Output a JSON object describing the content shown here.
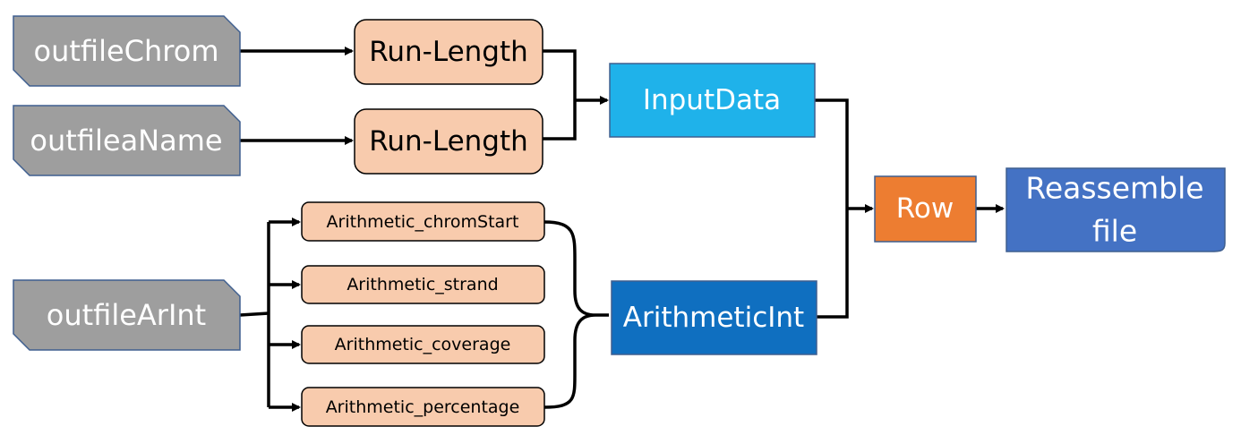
{
  "nodes": {
    "outfileChrom": "outfileChrom",
    "outfileaName": "outfileaName",
    "outfileArInt": "outfileArInt",
    "runLength1": "Run-Length",
    "runLength2": "Run-Length",
    "arithChromStart": "Arithmetic_chromStart",
    "arithStrand": "Arithmetic_strand",
    "arithCoverage": "Arithmetic_coverage",
    "arithPercentage": "Arithmetic_percentage",
    "inputData": "InputData",
    "arithmeticInt": "ArithmeticInt",
    "row": "Row",
    "reassembleLine1": "Reassemble",
    "reassembleLine2": "file"
  },
  "colors": {
    "source_fill": "#9e9e9e",
    "source_stroke": "#3f5f8f",
    "process_fill": "#f8cbad",
    "process_stroke": "#000000",
    "inputdata_fill": "#1fb2ea",
    "arithmeticint_fill": "#0f6fc0",
    "row_fill": "#ed7d31",
    "reassemble_fill": "#4472c4",
    "edge": "#000000"
  }
}
